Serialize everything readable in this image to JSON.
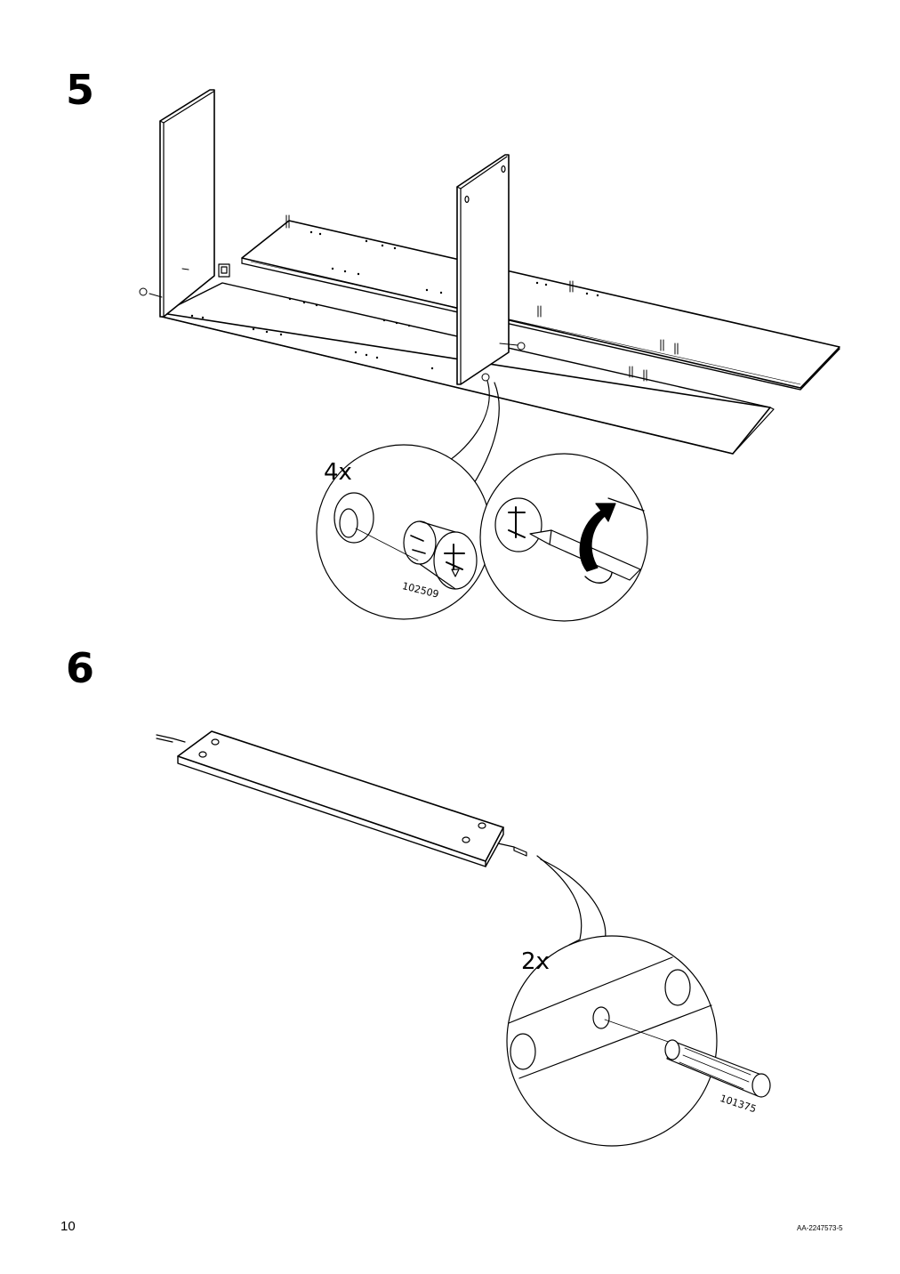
{
  "steps": [
    {
      "number": "5",
      "quantity": "4x",
      "part_number": "102509",
      "fastener": "cam-lock"
    },
    {
      "number": "6",
      "quantity": "2x",
      "part_number": "101375",
      "fastener": "wooden-dowel"
    }
  ],
  "footer": {
    "page_number": "10",
    "doc_code": "AA-2247573-5"
  }
}
